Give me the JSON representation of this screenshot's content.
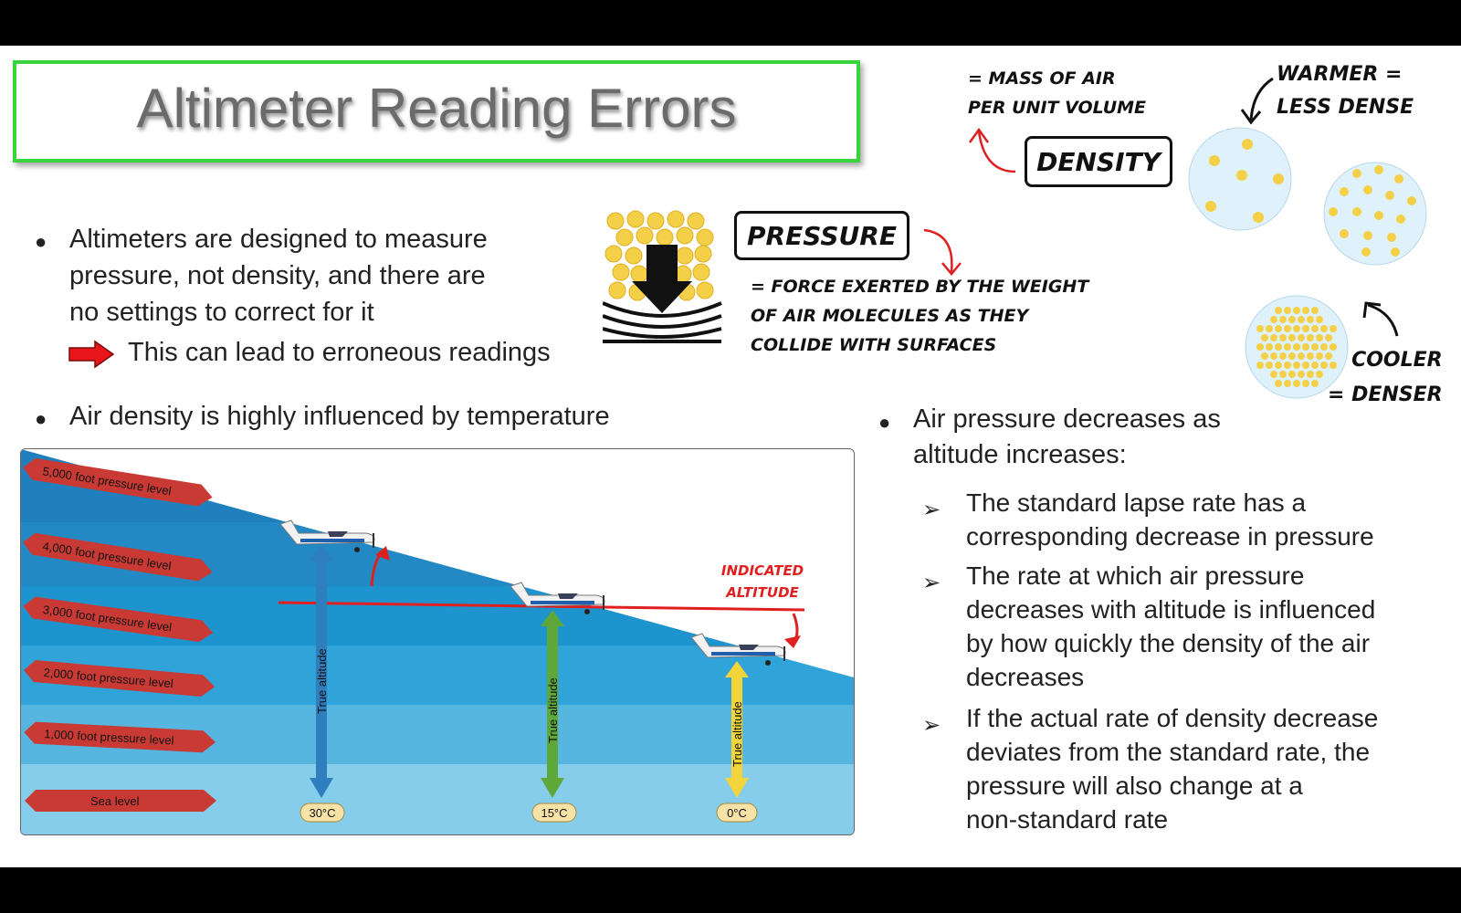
{
  "title": "Altimeter Reading Errors",
  "bullets_left": {
    "b1_lines": [
      "Altimeters are designed to measure",
      "pressure, not density, and there are",
      "no settings to correct for it"
    ],
    "b1_sub": "This can lead to erroneous readings",
    "b2": "Air density is highly influenced by temperature"
  },
  "bullets_right": {
    "main_lines": [
      "Air pressure decreases as",
      "altitude increases:"
    ],
    "subs": [
      [
        "The standard lapse rate has a",
        "corresponding decrease in pressure"
      ],
      [
        "The rate at which air pressure",
        "decreases with altitude is influenced",
        "by how quickly the density of the air",
        "decreases"
      ],
      [
        "If the actual rate of density decrease",
        "deviates from the standard rate, the",
        "pressure will also change at a",
        "non-standard rate"
      ]
    ]
  },
  "density_notes": {
    "definition_lines": [
      "= MASS OF AIR",
      "PER UNIT VOLUME"
    ],
    "label": "DENSITY",
    "warmer_lines": [
      "WARMER =",
      "LESS DENSE"
    ],
    "cooler_lines": [
      "COOLER",
      "= DENSER"
    ]
  },
  "pressure_notes": {
    "label": "PRESSURE",
    "definition_lines": [
      "= FORCE EXERTED BY THE WEIGHT",
      "OF AIR MOLECULES AS THEY",
      "COLLIDE WITH SURFACES"
    ]
  },
  "diagram": {
    "levels": [
      "5,000 foot pressure level",
      "4,000 foot pressure level",
      "3,000 foot pressure level",
      "2,000 foot pressure level",
      "1,000 foot pressure level",
      "Sea level"
    ],
    "true_altitude_label": "True altitude",
    "temps": [
      "30°C",
      "15°C",
      "0°C"
    ],
    "indicated_lines": [
      "INDICATED",
      "ALTITUDE"
    ],
    "colors": {
      "arrow_blue": "#2f7fbf",
      "arrow_green": "#5ea83a",
      "arrow_yellow": "#f3d43a",
      "indicated_red": "#e02020",
      "level_red": "#c93a35"
    }
  }
}
